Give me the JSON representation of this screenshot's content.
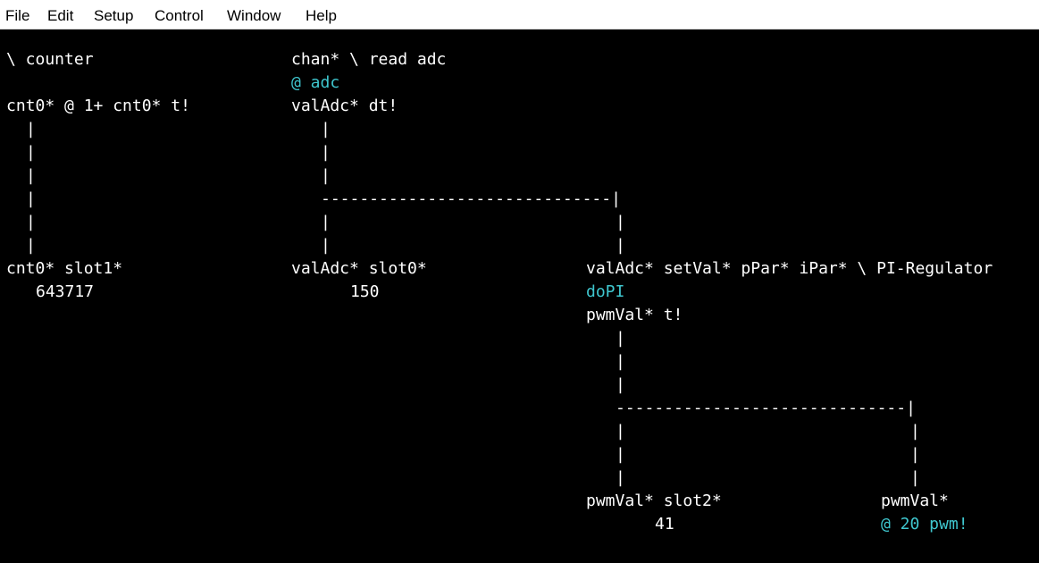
{
  "menu": {
    "file": "File",
    "edit": "Edit",
    "setup": "Setup",
    "control": "Control",
    "window": "Window",
    "help": "Help"
  },
  "counter": {
    "comment": "\\ counter",
    "code": "cnt0* @ 1+ cnt0* t!",
    "slot": "cnt0* slot1*",
    "value": "643717"
  },
  "adc": {
    "comment": "chan* \\ read adc",
    "code": "@ adc",
    "store": "valAdc* dt!",
    "slot": "valAdc* slot0*",
    "value": "150"
  },
  "regulator": {
    "header": "valAdc* setVal* pPar* iPar* \\ PI-Regulator",
    "code": "doPI",
    "store": "pwmVal* t!",
    "slot": "pwmVal* slot2*",
    "value": "41",
    "pwm_var": "pwmVal*",
    "pwm_code": "@ 20 pwm!"
  },
  "connectors": {
    "hdash_adc": "------------------------------|",
    "hdash_pwm": "------------------------------|",
    "pipe": "|"
  },
  "colors": {
    "background": "#000000",
    "text": "#ffffff",
    "code_highlight": "#3fc7cf",
    "menubar": "#ffffff"
  }
}
